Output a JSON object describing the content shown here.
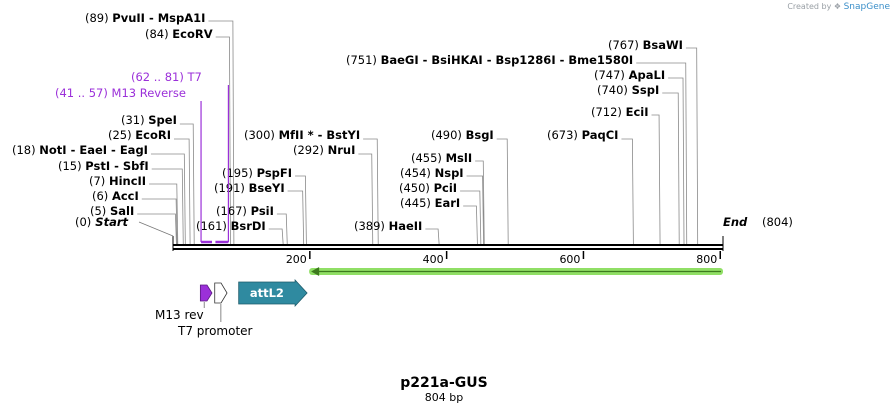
{
  "credit": {
    "prefix": "Created by",
    "brand": "SnapGene",
    "logo_icon": "snapgene-logo-icon"
  },
  "map": {
    "name": "p221a-GUS",
    "length_label": "804 bp",
    "length": 804,
    "start_label": "Start",
    "start_pos": "(0)",
    "end_label": "End",
    "end_pos": "(804)"
  },
  "ruler": {
    "ticks": [
      200,
      400,
      600,
      800
    ],
    "labels": [
      "200",
      "400",
      "600",
      "800"
    ]
  },
  "enzymes": [
    {
      "pos": 5,
      "pos_text": "(5)",
      "label": "SalI"
    },
    {
      "pos": 6,
      "pos_text": "(6)",
      "label": "AccI"
    },
    {
      "pos": 7,
      "pos_text": "(7)",
      "label": "HincII"
    },
    {
      "pos": 15,
      "pos_text": "(15)",
      "label": "PstI  - SbfI"
    },
    {
      "pos": 18,
      "pos_text": "(18)",
      "label": "NotI  - EaeI  - EagI"
    },
    {
      "pos": 25,
      "pos_text": "(25)",
      "label": "EcoRI"
    },
    {
      "pos": 31,
      "pos_text": "(31)",
      "label": "SpeI"
    },
    {
      "pos": 84,
      "pos_text": "(84)",
      "label": "EcoRV"
    },
    {
      "pos": 89,
      "pos_text": "(89)",
      "label": "PvuII   - MspA1I"
    },
    {
      "pos": 161,
      "pos_text": "(161)",
      "label": "BsrDI"
    },
    {
      "pos": 167,
      "pos_text": "(167)",
      "label": "PsiI"
    },
    {
      "pos": 191,
      "pos_text": "(191)",
      "label": "BseYI"
    },
    {
      "pos": 195,
      "pos_text": "(195)",
      "label": "PspFI"
    },
    {
      "pos": 292,
      "pos_text": "(292)",
      "label": "NruI"
    },
    {
      "pos": 300,
      "pos_text": "(300)",
      "label": "MfII *  - BstYI"
    },
    {
      "pos": 389,
      "pos_text": "(389)",
      "label": "HaeII"
    },
    {
      "pos": 445,
      "pos_text": "(445)",
      "label": "EarI"
    },
    {
      "pos": 450,
      "pos_text": "(450)",
      "label": "PciI"
    },
    {
      "pos": 454,
      "pos_text": "(454)",
      "label": "NspI"
    },
    {
      "pos": 455,
      "pos_text": "(455)",
      "label": "MslI"
    },
    {
      "pos": 490,
      "pos_text": "(490)",
      "label": "BsgI"
    },
    {
      "pos": 673,
      "pos_text": "(673)",
      "label": "PaqCI"
    },
    {
      "pos": 712,
      "pos_text": "(712)",
      "label": "EciI"
    },
    {
      "pos": 740,
      "pos_text": "(740)",
      "label": "SspI"
    },
    {
      "pos": 747,
      "pos_text": "(747)",
      "label": "ApaLI"
    },
    {
      "pos": 751,
      "pos_text": "(751)",
      "label": "BaeGI   - BsiHKAI   - Bsp1286I   - Bme1580I"
    },
    {
      "pos": 767,
      "pos_text": "(767)",
      "label": "BsaWI"
    }
  ],
  "primers": [
    {
      "range_text": "(62 .. 81)",
      "label": "T7",
      "start": 62,
      "end": 81,
      "color": "#9b30d9"
    },
    {
      "range_text": "(41 .. 57)",
      "label": "M13 Reverse",
      "start": 41,
      "end": 57,
      "color": "#9b30d9"
    }
  ],
  "features": [
    {
      "label": "M13 rev",
      "start": 40,
      "end": 57,
      "color": "#9b30d9",
      "kind": "small-arrow"
    },
    {
      "label": "T7 promoter",
      "start": 61,
      "end": 79,
      "color": "#ffffff",
      "kind": "outline-arrow"
    },
    {
      "label": "attL2",
      "start": 96,
      "end": 196,
      "color": "#2f8aa0",
      "kind": "arrow"
    }
  ],
  "orf": {
    "start": 199,
    "end": 804,
    "direction": "reverse",
    "color": "#7dd94a"
  }
}
